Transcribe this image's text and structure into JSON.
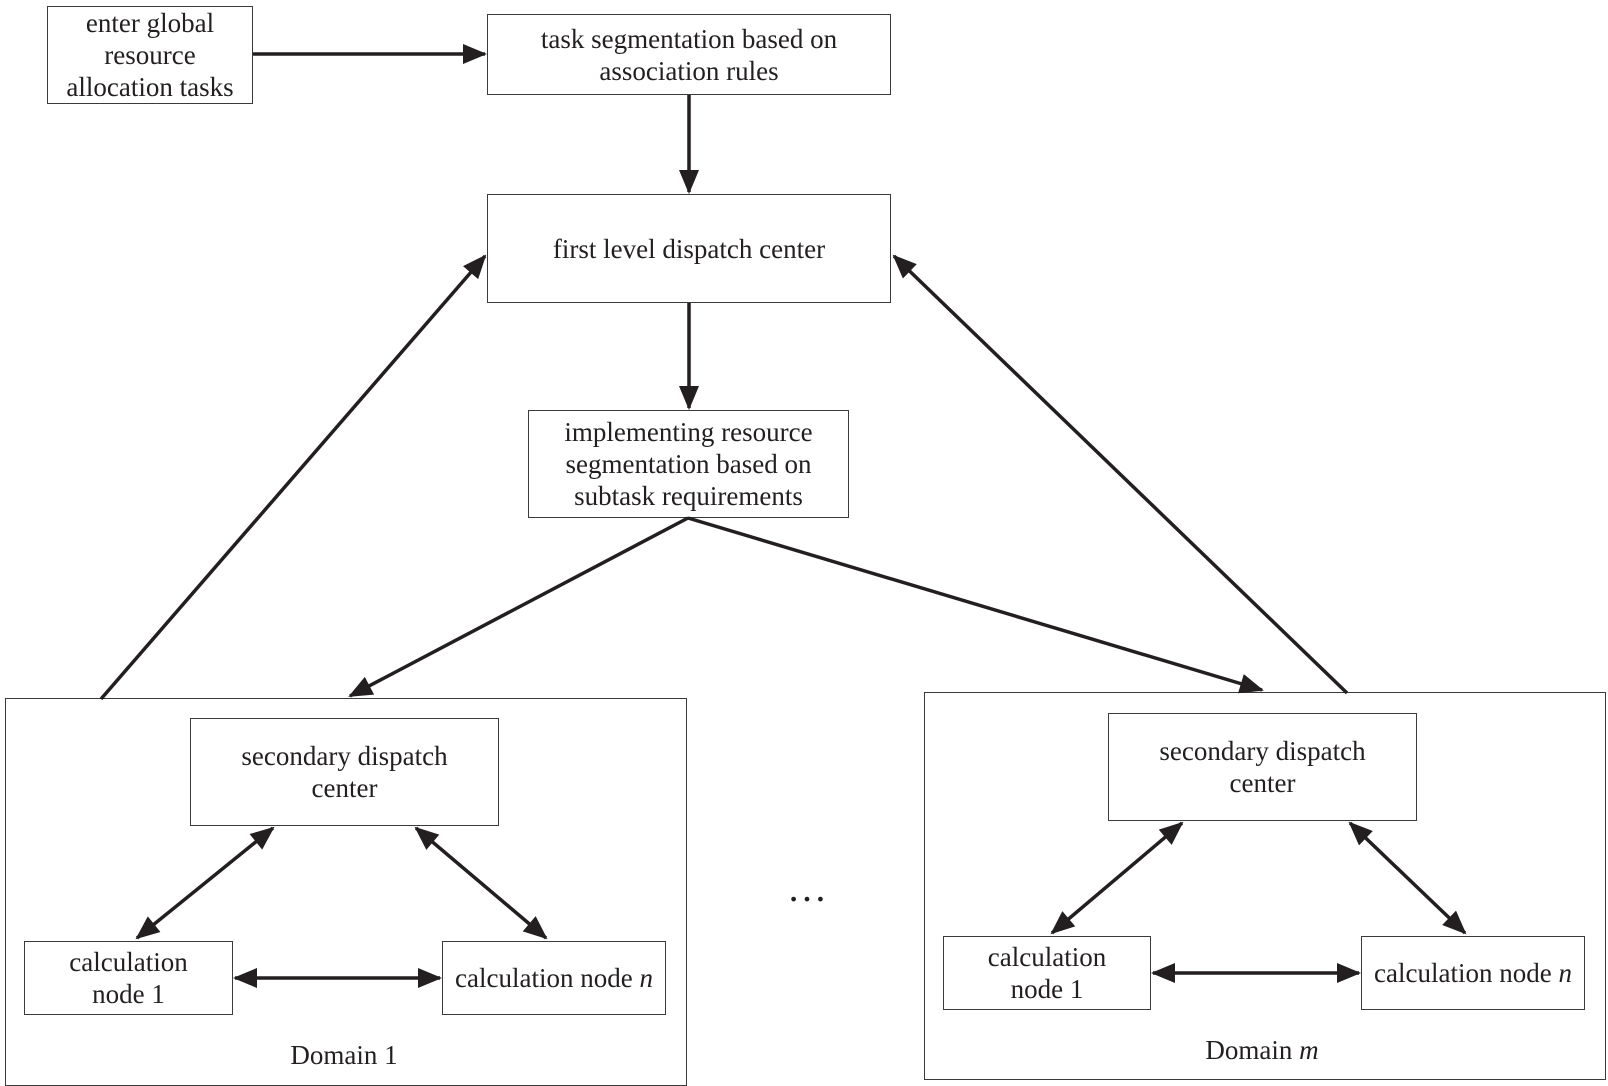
{
  "nodes": {
    "enter_tasks": [
      "enter global",
      "resource",
      "allocation tasks"
    ],
    "task_segmentation": [
      "task segmentation based on",
      "association rules"
    ],
    "first_level": [
      "first level dispatch center"
    ],
    "resource_segmentation": [
      "implementing resource",
      "segmentation based on",
      "subtask requirements"
    ]
  },
  "domain1": {
    "label": "Domain",
    "label_index": "1",
    "secondary": [
      "secondary dispatch",
      "center"
    ],
    "calc_node_1": [
      "calculation",
      "node 1"
    ],
    "calc_node_n_text": "calculation node",
    "calc_node_n_var": "n"
  },
  "domain_m": {
    "label": "Domain",
    "label_index": "m",
    "secondary": [
      "secondary dispatch",
      "center"
    ],
    "calc_node_1": [
      "calculation",
      "node 1"
    ],
    "calc_node_n_text": "calculation node",
    "calc_node_n_var": "n"
  },
  "ellipsis": "…",
  "colors": {
    "line": "#231f20",
    "border": "#3a3a3a"
  }
}
